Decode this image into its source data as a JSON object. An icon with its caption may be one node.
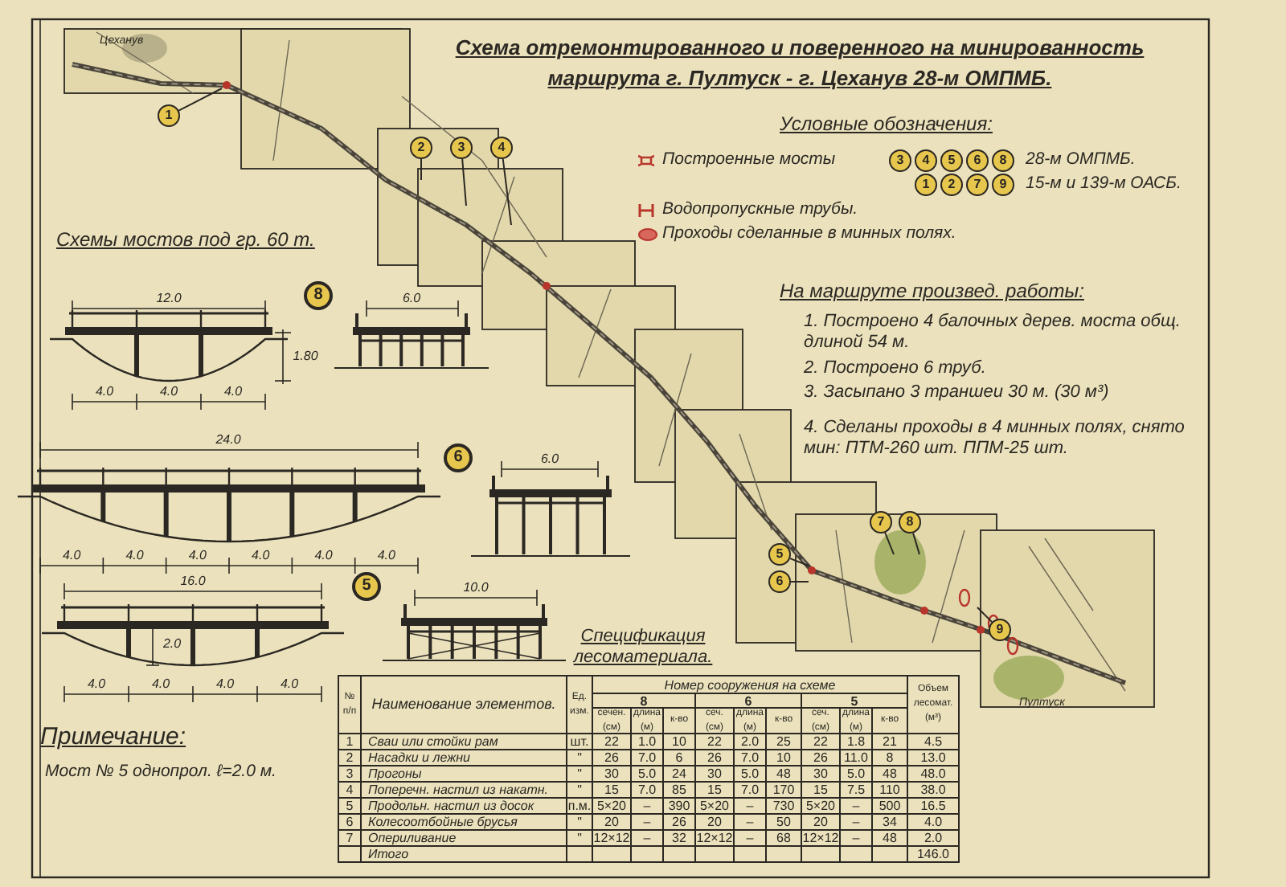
{
  "diagram": {
    "title": "Схема отремонтированного и поверенного на минированность маршрута г. Пултуск - г. Цеханув 28-м ОМПМБ.",
    "nodes": [
      {
        "text": [
          "1"
        ]
      },
      {
        "text": [
          "2"
        ]
      },
      {
        "text": [
          "3"
        ]
      },
      {
        "text": [
          "4"
        ]
      },
      {
        "text": [
          "5"
        ]
      },
      {
        "text": [
          "6"
        ]
      },
      {
        "text": [
          "7"
        ]
      },
      {
        "text": [
          "8"
        ]
      },
      {
        "text": [
          "9"
        ]
      },
      {
        "text": [
          "3"
        ]
      },
      {
        "text": [
          "4"
        ]
      },
      {
        "text": [
          "5"
        ]
      },
      {
        "text": [
          "6"
        ]
      },
      {
        "text": [
          "8"
        ]
      },
      {
        "text": [
          "1"
        ]
      },
      {
        "text": [
          "2"
        ]
      },
      {
        "text": [
          "7"
        ]
      },
      {
        "text": [
          "9"
        ]
      },
      {
        "text": [
          "8"
        ]
      },
      {
        "text": [
          "6"
        ]
      },
      {
        "text": [
          "5"
        ]
      }
    ],
    "edges": [
      {
        "from": 0,
        "to": null,
        "arrow": "none"
      },
      {
        "from": 1,
        "to": null,
        "arrow": "none"
      },
      {
        "from": 2,
        "to": null,
        "arrow": "none"
      },
      {
        "from": 3,
        "to": null,
        "arrow": "none"
      },
      {
        "from": 4,
        "to": null,
        "arrow": "none"
      },
      {
        "from": 5,
        "to": null,
        "arrow": "none"
      },
      {
        "from": 6,
        "to": null,
        "arrow": "none"
      },
      {
        "from": 7,
        "to": null,
        "arrow": "none"
      },
      {
        "from": 8,
        "to": null,
        "arrow": "none"
      }
    ],
    "labels": [
      "Условные обозначения:",
      "28-м ОМПМБ.",
      "15-м и 139-м ОАСБ.",
      "Цеханув",
      "Схемы мостов под гр. 60 т.",
      "На маршруте произвед. работы:",
      "1. Построено 4 балочных дерев. моста общ. длиной 54 м.",
      "2. Построено 6 труб.",
      "3. Засыпано 3 траншеи 30 м. (30 м³)",
      "4. Сделаны проходы в 4 минных полях, снято мин: ПТМ-260 шт. ППМ-25 шт.",
      "12.0",
      "1.80",
      "4.0",
      "4.0",
      "4.0",
      "6.0",
      "24.0",
      "4.0",
      "4.0",
      "4.0",
      "4.0",
      "4.0",
      "4.0",
      "6.0",
      "16.0",
      "10.0",
      "2.0",
      "4.0",
      "4.0",
      "4.0",
      "4.0",
      "Спецификация лесоматериала.",
      "№ п/п",
      "Наименование элементов.",
      "Ед. изм.",
      "Номер сооружения на схеме",
      "Объем лесомат. (м³)",
      "8",
      "6",
      "5",
      "сечен. (см)",
      "длина (м)",
      "к-во",
      "сеч. (см)",
      "длина (м)",
      "к-во",
      "сеч. (см)",
      "длина (м)",
      "к-во",
      "1",
      "Сваи или стойки рам",
      "шт.",
      "22",
      "1.0",
      "10",
      "22",
      "2.0",
      "25",
      "22",
      "1.8",
      "21",
      "4.5",
      "2",
      "Насадки и лежни",
      "\"",
      "26",
      "7.0",
      "6",
      "26",
      "7.0",
      "10",
      "26",
      "11.0",
      "8",
      "13.0",
      "3",
      "Прогоны",
      "\"",
      "30",
      "5.0",
      "24",
      "30",
      "5.0",
      "48",
      "30",
      "5.0",
      "48",
      "48.0",
      "4",
      "Поперечн. настил из накатн.",
      "\"",
      "15",
      "7.0",
      "85",
      "15",
      "7.0",
      "170",
      "15",
      "7.5",
      "110",
      "38.0",
      "5",
      "Продольн. настил из досок",
      "п.м.",
      "5×20",
      "–",
      "390",
      "5×20",
      "–",
      "730",
      "5×20",
      "–",
      "500",
      "16.5",
      "6",
      "Колесоотбойные брусья",
      "\"",
      "20",
      "–",
      "26",
      "20",
      "–",
      "50",
      "20",
      "–",
      "34",
      "4.0",
      "7",
      "Опериливание",
      "\"",
      "12×12",
      "–",
      "32",
      "12×12",
      "–",
      "68",
      "12×12",
      "–",
      "48",
      "2.0",
      "Итого",
      "146.0",
      "Примечание:",
      "Мост № 5 однопрол. ℓ=2.0 м.",
      "Пултуск"
    ],
    "legend": [
      {
        "text": "Построенные мосты"
      },
      {
        "text": "Водопропускные трубы."
      },
      {
        "text": "Проходы сделанные в минных полях."
      }
    ]
  }
}
